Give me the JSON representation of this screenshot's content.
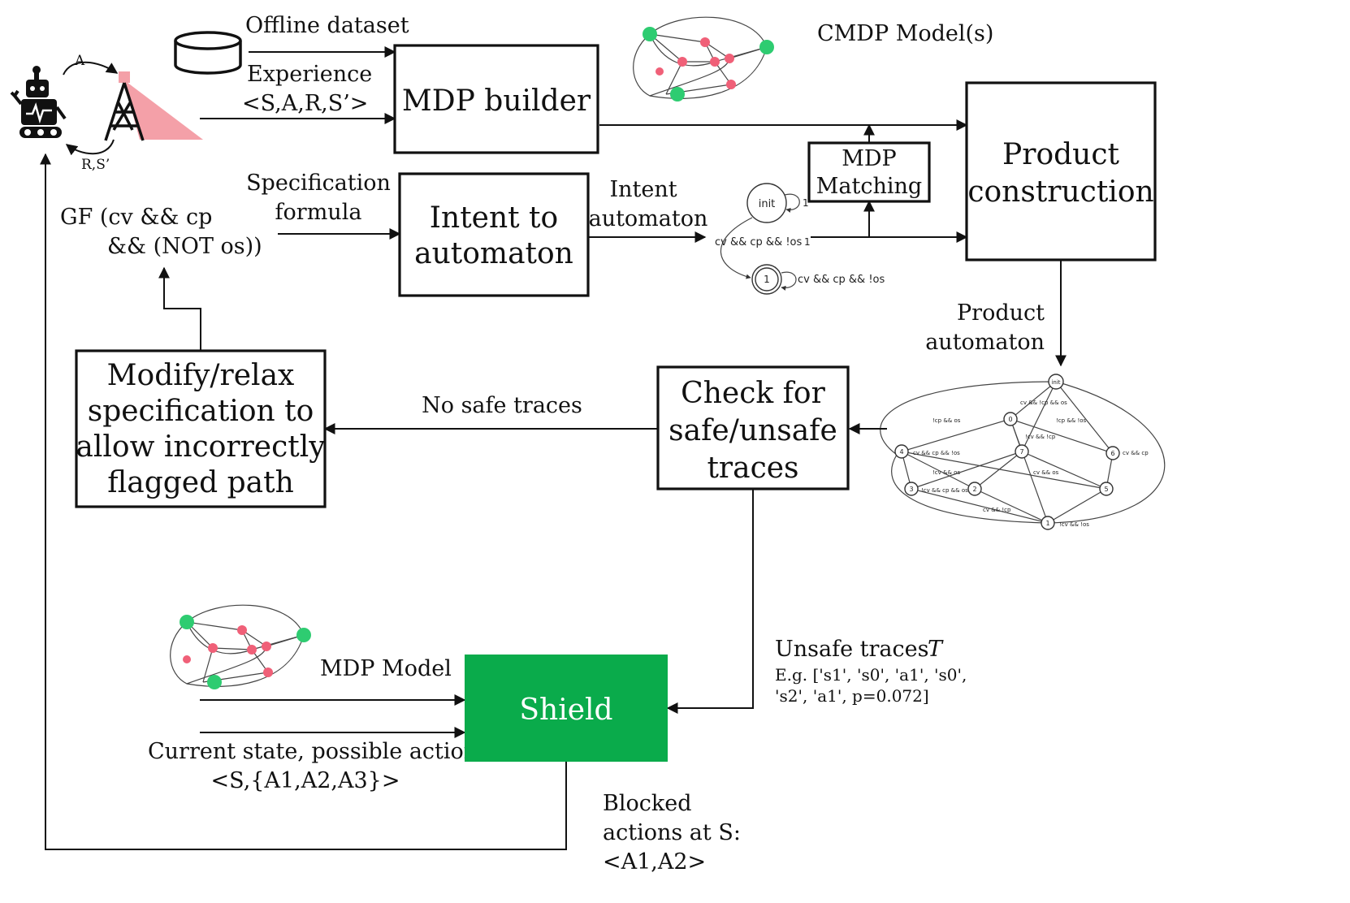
{
  "labels": {
    "offline_dataset": "Offline dataset",
    "experience": "Experience",
    "experience_tuple": "<S,A,R,S’>",
    "action_a": "A",
    "reward_state": "R,S’",
    "cmdp_models": "CMDP Model(s)",
    "specification_l1": "Specification",
    "specification_l2": "formula",
    "gf_formula_l1": "GF (cv && cp",
    "gf_formula_l2": "&& (NOT os))",
    "intent_automaton_l1": "Intent",
    "intent_automaton_l2": "automaton",
    "product_automaton_l1": "Product",
    "product_automaton_l2": "automaton",
    "no_safe_traces": "No safe traces",
    "unsafe_traces": "Unsafe traces",
    "unsafe_traces_symbol": "T",
    "eg_line1": "E.g. ['s1', 's0', 'a1', 's0',",
    "eg_line2": "'s2', 'a1', p=0.072]",
    "mdp_model": "MDP Model",
    "current_state_l1": "Current state, possible actions",
    "current_state_l2": "<S,{A1,A2,A3}>",
    "blocked_l1": "Blocked",
    "blocked_l2": "actions at S:",
    "blocked_l3": "<A1,A2>"
  },
  "boxes": {
    "mdp_builder": "MDP builder",
    "intent_to_automaton_l1": "Intent to",
    "intent_to_automaton_l2": "automaton",
    "mdp_matching_l1": "MDP",
    "mdp_matching_l2": "Matching",
    "product_construction_l1": "Product",
    "product_construction_l2": "construction",
    "check_l1": "Check for",
    "check_l2": "safe/unsafe",
    "check_l3": "traces",
    "modify_l1": "Modify/relax",
    "modify_l2": "specification to",
    "modify_l3": "allow incorrectly",
    "modify_l4": "flagged path",
    "shield": "Shield"
  },
  "intent_automaton_graph": {
    "init_state": "init",
    "accept_state": "1",
    "init_loop_label": "1",
    "transition_label": "cv && cp && !os",
    "accept_loop_label": "cv && cp && !os",
    "extra_label": "1"
  },
  "product_graph": {
    "init_state": "init",
    "states": [
      "0",
      "4",
      "7",
      "6",
      "3",
      "2",
      "5",
      "1"
    ],
    "edge_labels": [
      "cv && !cp && os",
      "!cp && os",
      "!cv && !cp",
      "!cp && !os",
      "cv && cp && !os",
      "!cv && os",
      "cv && os",
      "cv && cp",
      "!cv && cp && os",
      "cv && !cp",
      "!cv && !os"
    ]
  },
  "colors": {
    "shield_fill": "#0aab4b",
    "shield_text": "#ffffff",
    "mdp_green_node": "#2ecc71",
    "mdp_red_node": "#f06078",
    "tower_beam": "#f4a0a8",
    "stroke": "#111111"
  },
  "icons": [
    "robot-icon",
    "cell-tower-icon",
    "database-icon"
  ]
}
